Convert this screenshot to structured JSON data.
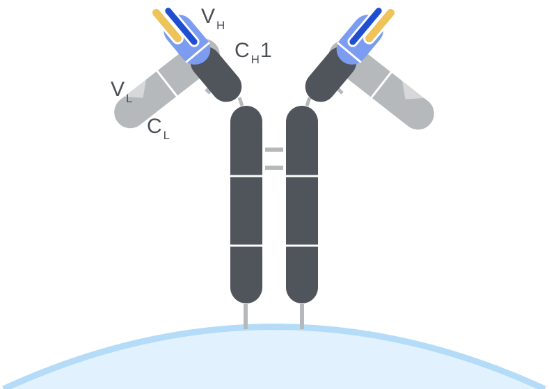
{
  "labels": {
    "vh": {
      "main": "V",
      "sub": "H",
      "suffix": ""
    },
    "ch1": {
      "main": "C",
      "sub": "H",
      "suffix": "1"
    },
    "vl": {
      "main": "V",
      "sub": "L",
      "suffix": ""
    },
    "cl": {
      "main": "C",
      "sub": "L",
      "suffix": ""
    }
  },
  "colors": {
    "heavy_chain": "#50545b",
    "light_chain": "#b6b9bc",
    "vh_domain": "#7b9cf0",
    "vh_stripe": "#1f4fd0",
    "antigen_tip": "#edc35a",
    "link": "#b6b9bc",
    "cell_fill": "#e1f1fd",
    "cell_edge": "#b4dcf8",
    "label_text": "#4a4e55"
  }
}
